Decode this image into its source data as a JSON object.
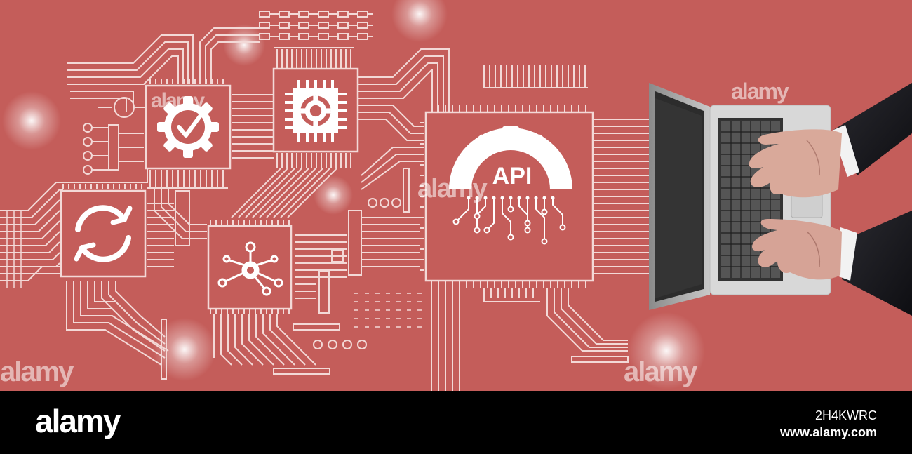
{
  "scene": {
    "center_label": "API",
    "background_color": "#c45d5a",
    "line_color": "#f3d9d7"
  },
  "watermark": {
    "text": "alamy"
  },
  "footer": {
    "logo": "alamy",
    "image_id": "2H4KWRC",
    "site": "www.alamy.com"
  }
}
